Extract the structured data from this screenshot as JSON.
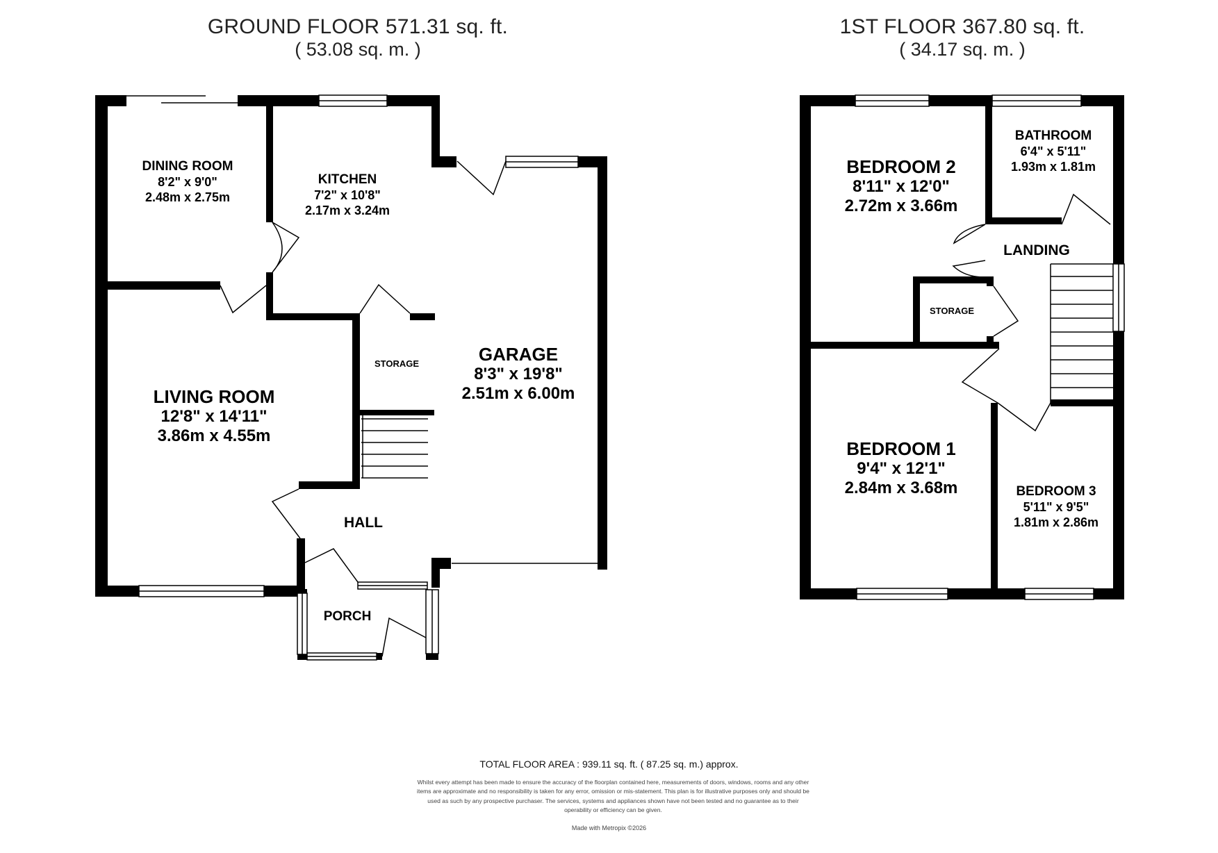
{
  "ground_floor": {
    "title": "GROUND FLOOR 571.31 sq. ft.",
    "subtitle": "( 53.08 sq. m. )",
    "rooms": {
      "dining": {
        "name": "DINING ROOM",
        "imperial": "8'2\" x 9'0\"",
        "metric": "2.48m x 2.75m"
      },
      "kitchen": {
        "name": "KITCHEN",
        "imperial": "7'2\" x 10'8\"",
        "metric": "2.17m x 3.24m"
      },
      "living": {
        "name": "LIVING ROOM",
        "imperial": "12'8\" x 14'11\"",
        "metric": "3.86m x 4.55m"
      },
      "storage": {
        "name": "STORAGE"
      },
      "garage": {
        "name": "GARAGE",
        "imperial": "8'3\" x 19'8\"",
        "metric": "2.51m x 6.00m"
      },
      "hall": {
        "name": "HALL"
      },
      "porch": {
        "name": "PORCH"
      }
    }
  },
  "first_floor": {
    "title": "1ST FLOOR 367.80 sq. ft.",
    "subtitle": "( 34.17 sq. m. )",
    "rooms": {
      "bedroom2": {
        "name": "BEDROOM 2",
        "imperial": "8'11\" x 12'0\"",
        "metric": "2.72m x 3.66m"
      },
      "bathroom": {
        "name": "BATHROOM",
        "imperial": "6'4\" x 5'11\"",
        "metric": "1.93m x 1.81m"
      },
      "landing": {
        "name": "LANDING"
      },
      "storage": {
        "name": "STORAGE"
      },
      "bedroom1": {
        "name": "BEDROOM 1",
        "imperial": "9'4\" x 12'1\"",
        "metric": "2.84m x 3.68m"
      },
      "bedroom3": {
        "name": "BEDROOM 3",
        "imperial": "5'11\" x 9'5\"",
        "metric": "1.81m x 2.86m"
      }
    }
  },
  "footer": {
    "total": "TOTAL FLOOR AREA : 939.11 sq. ft. ( 87.25 sq. m.) approx.",
    "disclaimer": "Whilst every attempt has been made to ensure the accuracy of the floorplan contained here, measurements of doors, windows, rooms and any other items are approximate and no responsibility is taken for any error, omission or mis-statement. This plan is for illustrative purposes only and should be used as such by any prospective purchaser. The services, systems and appliances shown have not been tested and no guarantee as to their operability or efficiency can be given.",
    "credit": "Made with Metropix ©2026"
  },
  "colors": {
    "wall": "#000000",
    "background": "#ffffff",
    "window": "#ffffff"
  }
}
